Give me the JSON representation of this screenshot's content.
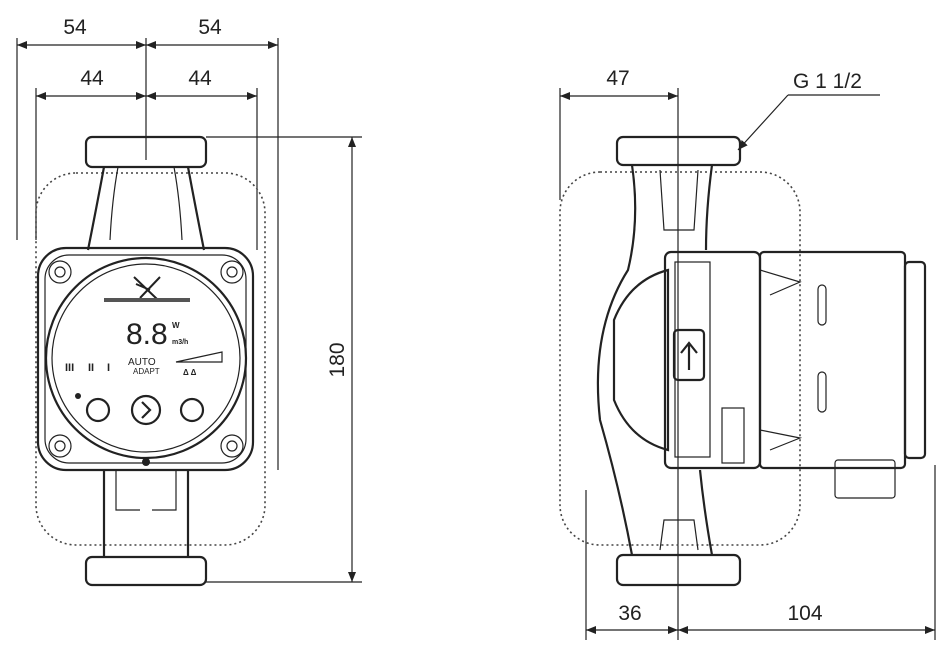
{
  "front_view": {
    "dims": {
      "top_left": "54",
      "top_right": "54",
      "inner_left": "44",
      "inner_right": "44",
      "height": "180"
    },
    "display": {
      "digits": "8.8",
      "unit_power": "W",
      "unit_flow": "m3/h",
      "auto": "AUTO",
      "adapt": "ADAPT",
      "speeds": [
        "III",
        "II",
        "I"
      ]
    }
  },
  "side_view": {
    "dims": {
      "top": "47",
      "bottom_left": "36",
      "bottom_right": "104"
    },
    "thread_label": "G 1 1/2"
  }
}
